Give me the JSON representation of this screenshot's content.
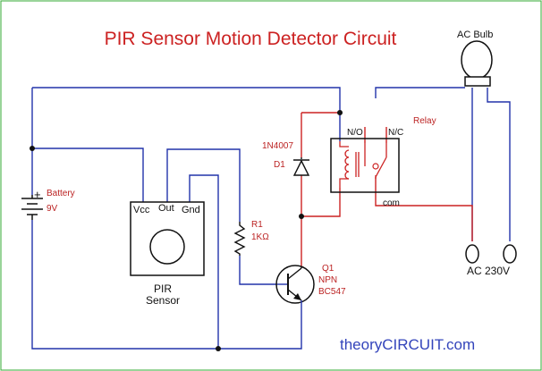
{
  "title": "PIR Sensor Motion Detector Circuit",
  "battery": {
    "label": "Battery",
    "voltage": "9V",
    "plus": "+"
  },
  "pir": {
    "vcc": "Vcc",
    "out": "Out",
    "gnd": "Gnd",
    "name_line1": "PIR",
    "name_line2": "Sensor"
  },
  "r1": {
    "ref": "R1",
    "value": "1KΩ"
  },
  "diode": {
    "part": "1N4007",
    "ref": "D1"
  },
  "relay": {
    "label": "Relay",
    "no": "N/O",
    "nc": "N/C",
    "com": "com"
  },
  "transistor": {
    "ref": "Q1",
    "type": "NPN",
    "part": "BC547"
  },
  "bulb": {
    "label": "AC Bulb"
  },
  "ac": {
    "label": "AC 230V"
  },
  "watermark": {
    "prefix": "theory",
    "brand": "CIRCUIT",
    "suffix": ".com"
  },
  "colors": {
    "title": "#cc2222",
    "wire_blue": "#2233aa",
    "wire_red": "#cc2222",
    "text_red": "#bb2222",
    "ink": "#111111",
    "watermark_blue": "#3344bb",
    "frame_green": "#33aa33"
  }
}
